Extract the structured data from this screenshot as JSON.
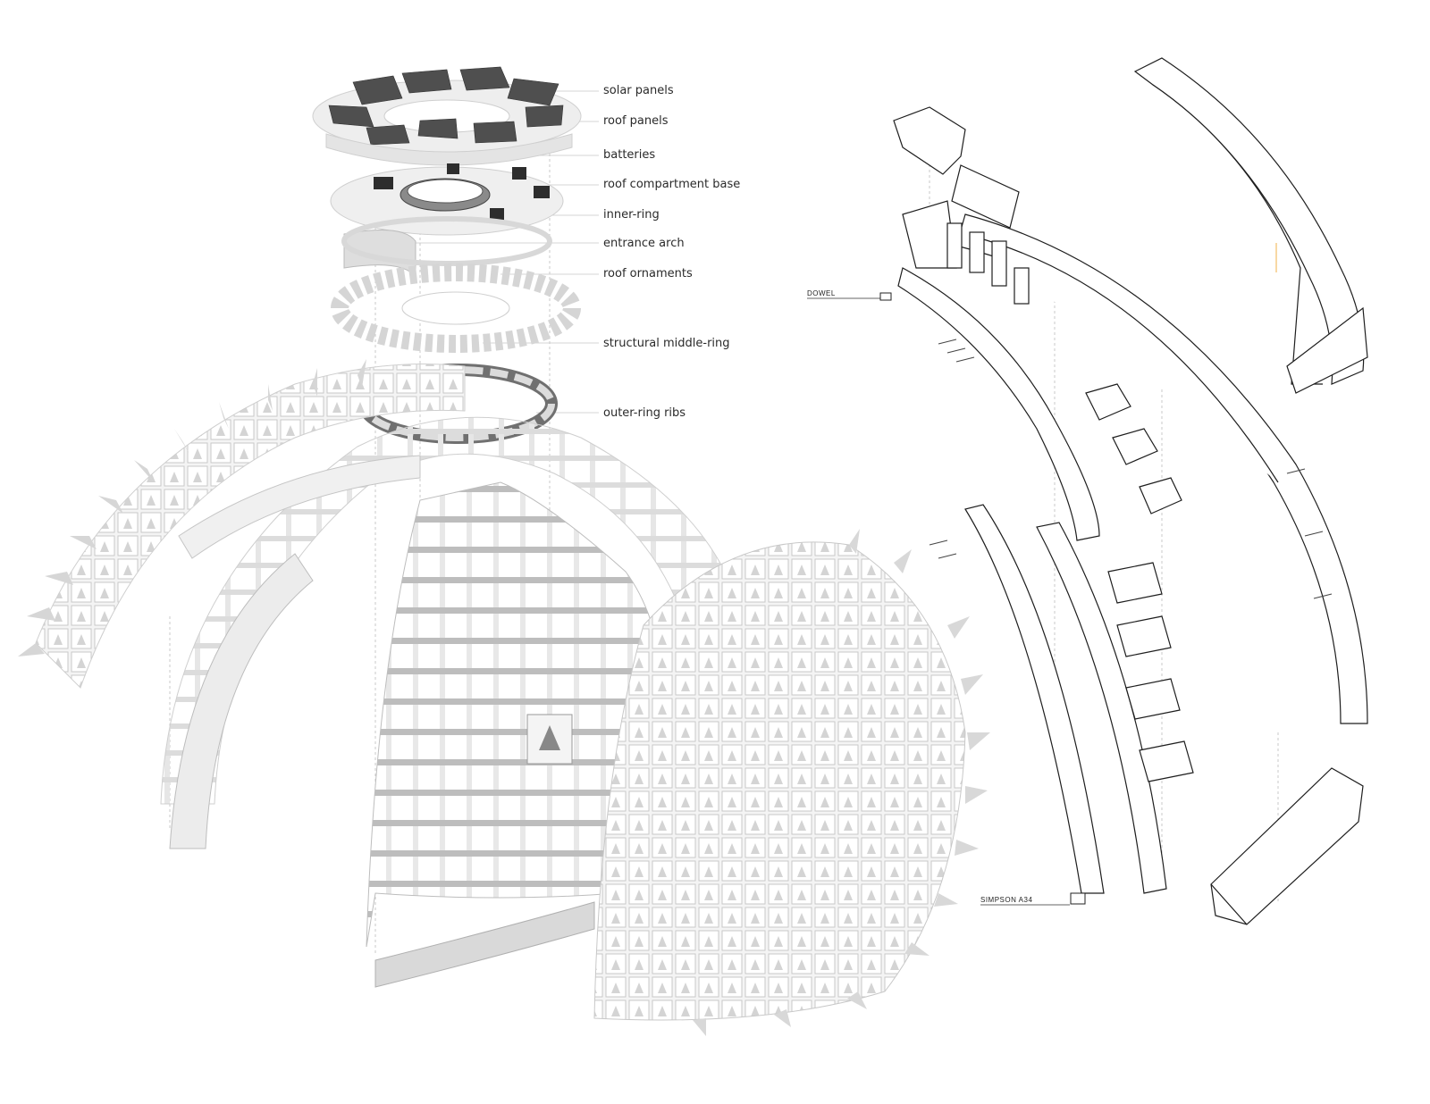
{
  "labels": [
    {
      "key": "solar_panels",
      "text": "solar panels"
    },
    {
      "key": "roof_panels",
      "text": "roof panels"
    },
    {
      "key": "batteries",
      "text": "batteries"
    },
    {
      "key": "roof_compartment_base",
      "text": "roof compartment base"
    },
    {
      "key": "inner_ring",
      "text": "inner-ring"
    },
    {
      "key": "entrance_arch",
      "text": "entrance arch"
    },
    {
      "key": "roof_ornaments",
      "text": "roof ornaments"
    },
    {
      "key": "structural_middle_ring",
      "text": "structural middle-ring"
    },
    {
      "key": "outer_ring_ribs",
      "text": "outer-ring ribs"
    }
  ],
  "callouts": {
    "dowel": "DOWEL",
    "simpson": "SIMPSON A34"
  },
  "colors": {
    "background": "#ffffff",
    "panel_dark": "#555555",
    "shell": "#e9e9e9",
    "line": "#222222",
    "guide": "#f2b04a"
  }
}
